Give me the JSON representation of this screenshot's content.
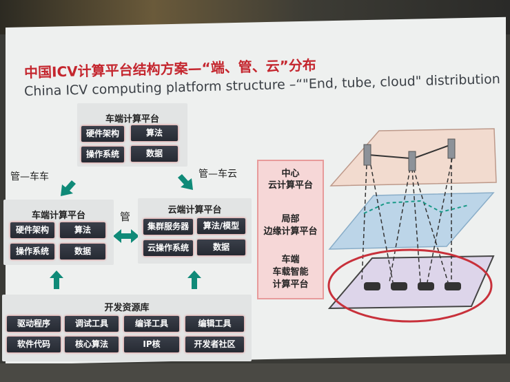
{
  "title_cn": "中国ICV计算平台结构方案—“端、管、云”分布",
  "title_en": "China ICV computing platform structure –“\"End, tube, cloud\" distribution",
  "top_platform": {
    "title": "车端计算平台",
    "chips": [
      "硬件架构",
      "算法",
      "操作系统",
      "数据"
    ]
  },
  "left_platform": {
    "title": "车端计算平台",
    "chips": [
      "硬件架构",
      "算法",
      "操作系统",
      "数据"
    ]
  },
  "cloud_platform": {
    "title": "云端计算平台",
    "chips": [
      "集群服务器",
      "算法/模型",
      "云操作系统",
      "数据"
    ]
  },
  "link_labels": {
    "car_car": "管—车车",
    "car_cloud": "管—车云",
    "tube": "管"
  },
  "resource_lib": {
    "title": "开发资源库",
    "chips": [
      "驱动程序",
      "调试工具",
      "编译工具",
      "编辑工具",
      "软件代码",
      "核心算法",
      "IP核",
      "开发者社区"
    ]
  },
  "layers": {
    "center": [
      "中心",
      "云计算平台"
    ],
    "edge": [
      "局部",
      "边缘计算平台"
    ],
    "vehicle": [
      "车端",
      "车载智能",
      "计算平台"
    ]
  },
  "colors": {
    "accent_red": "#c4262e",
    "teal": "#0f8a78",
    "chip": "#2c313b"
  }
}
